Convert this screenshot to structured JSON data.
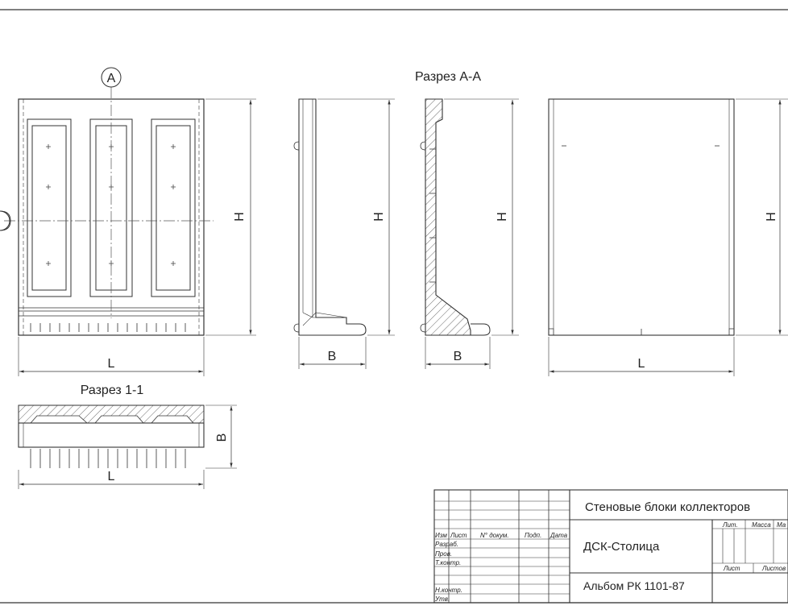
{
  "labels": {
    "axis_a": "А",
    "section_aa": "Разрез А-А",
    "section_11": "Разрез 1-1",
    "dim_h": "H",
    "dim_b": "B",
    "dim_l": "L"
  },
  "title_block": {
    "title": "Стеновые блоки коллекторов",
    "organization": "ДСК-Столица",
    "album": "Альбом РК 1101-87",
    "col_izm": "Изм",
    "col_list": "Лист",
    "col_doc": "N° докум.",
    "col_sign": "Подп.",
    "col_date": "Дата",
    "row_razrab": "Разраб.",
    "row_prov": "Пров.",
    "row_tkontr": "Т.контр.",
    "row_nkontr": "Н.контр.",
    "row_utv": "Утв.",
    "hdr_lit": "Лит.",
    "hdr_massa": "Масса",
    "hdr_masshtab": "Ма",
    "hdr_list": "Лист",
    "hdr_listov": "Листов"
  }
}
